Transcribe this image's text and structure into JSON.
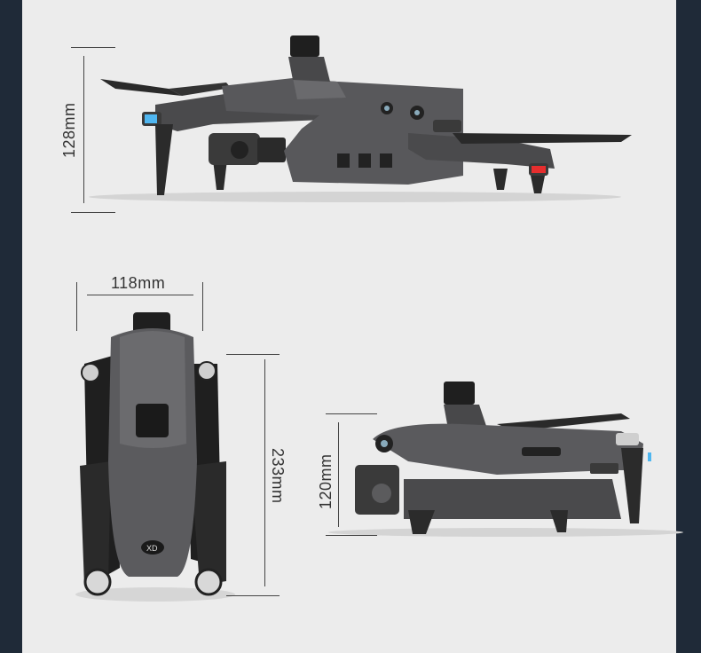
{
  "dimensions": {
    "height_side": "128mm",
    "width_top": "118mm",
    "length_top": "233mm",
    "height_folded": "120mm"
  }
}
